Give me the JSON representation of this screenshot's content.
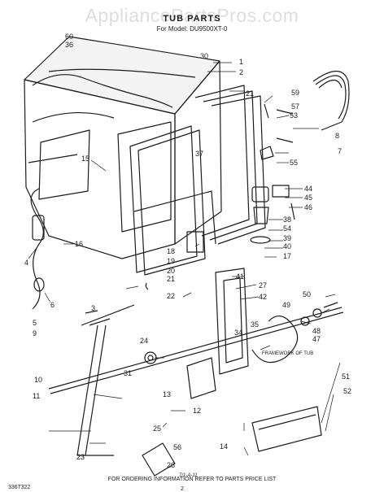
{
  "watermark": "AppliancePartsPros.com",
  "title": "TUB PARTS",
  "model": "For Model: DU9500XT-0",
  "footnote": "FOR ORDERING INFORMATION REFER TO PARTS PRICE LIST",
  "page_number": "2",
  "doc_number": "3367322",
  "sub_label": "7/1-A-11",
  "callouts": {
    "c1": "1",
    "c2": "2",
    "c3": "3",
    "c4": "4",
    "c5": "5",
    "c6": "6",
    "c7": "7",
    "c8": "8",
    "c9": "9",
    "c10": "10",
    "c11": "11",
    "c12": "12",
    "c13": "13",
    "c14": "14",
    "c15": "15",
    "c16": "16",
    "c17": "17",
    "c18": "18",
    "c19": "19",
    "c20": "20",
    "c21a": "21",
    "c21b": "21",
    "c22": "22",
    "c23": "23",
    "c24": "24",
    "c25": "25",
    "c26": "26",
    "c27": "27",
    "c30": "30",
    "c31": "31",
    "c34": "34",
    "c35": "35",
    "c36": "36",
    "c37": "37",
    "c38": "38",
    "c39": "39",
    "c40": "40",
    "c41": "41",
    "c42": "42",
    "c44": "44",
    "c45": "45",
    "c46": "46",
    "c47": "47",
    "c48": "48",
    "c49": "49",
    "c50": "50",
    "c51": "51",
    "c52": "52",
    "c53": "53",
    "c54": "54",
    "c55": "55",
    "c56": "56",
    "c57": "57",
    "c59": "59",
    "c60": "60"
  },
  "frame_label": "FRAMEWORK OF TUB"
}
